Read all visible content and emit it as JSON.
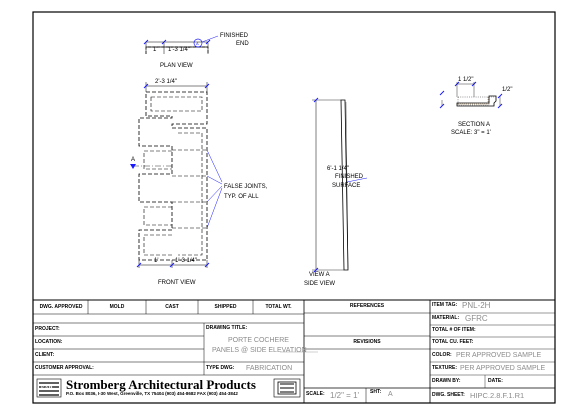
{
  "drawing": {
    "plan_view": {
      "label": "PLAN VIEW",
      "dims": [
        "1'",
        "1'-3 1/4\""
      ],
      "note": [
        "FINISHED",
        "END"
      ],
      "callout": "A"
    },
    "front_view": {
      "label": "FRONT VIEW",
      "top_dim": "2'-3 1/4\"",
      "bottom_dims": [
        "1'",
        "1'-3 1/4\""
      ],
      "section_mark": "A",
      "note": [
        "FALSE JOINTS,",
        "TYP. OF ALL"
      ]
    },
    "side_view": {
      "label": [
        "VIEW A",
        "SIDE VIEW"
      ],
      "dim": "6'-1 1/4\"",
      "note": [
        "FINISHED",
        "SURFACE"
      ]
    },
    "section": {
      "label": "SECTION  A",
      "scale": "SCALE:  3\" = 1'",
      "dims": [
        "1 1/2\"",
        "1/2\""
      ]
    }
  },
  "title_block": {
    "approvals": {
      "headers": [
        "DWG. APPROVED",
        "MOLD",
        "CAST",
        "SHIPPED",
        "TOTAL WT."
      ]
    },
    "project_fields": [
      "PROJECT:",
      "LOCATION:",
      "CLIENT:",
      "CUSTOMER APPROVAL:"
    ],
    "drawing_title_label": "DRAWING TITLE:",
    "drawing_title": [
      "PORTE COCHERE",
      "PANELS @ SIDE ELEVATION"
    ],
    "type_dwg_label": "TYPE DWG:",
    "type_dwg": "FABRICATION",
    "references_label": "REFERENCES",
    "revisions_label": "REVISIONS",
    "scale_label": "SCALE:",
    "scale_value": "1/2\" = 1'",
    "sheet_label": "SHT:",
    "sheet_value": "A",
    "company": {
      "name": "Stromberg Architectural Products",
      "address": "P.O. Box 8036, I-30 West, Greenville, TX 75404  (903) 454-8682  FAX (903) 454-3842"
    },
    "right_fields": [
      {
        "label": "ITEM TAG:",
        "value": "PNL-2H"
      },
      {
        "label": "MATERIAL:",
        "value": "GFRC"
      },
      {
        "label": "TOTAL # OF ITEM:",
        "value": ""
      },
      {
        "label": "TOTAL CU. FEET:",
        "value": ""
      },
      {
        "label": "COLOR:",
        "value": "PER APPROVED SAMPLE"
      },
      {
        "label": "TEXTURE:",
        "value": "PER APPROVED SAMPLE"
      }
    ],
    "drawn_by_label": "DRAWN BY:",
    "date_label": "DATE:",
    "dwg_sheet_label": "DWG. SHEET:",
    "dwg_sheet_value": "HIPC.2.8.F.1.R1"
  }
}
